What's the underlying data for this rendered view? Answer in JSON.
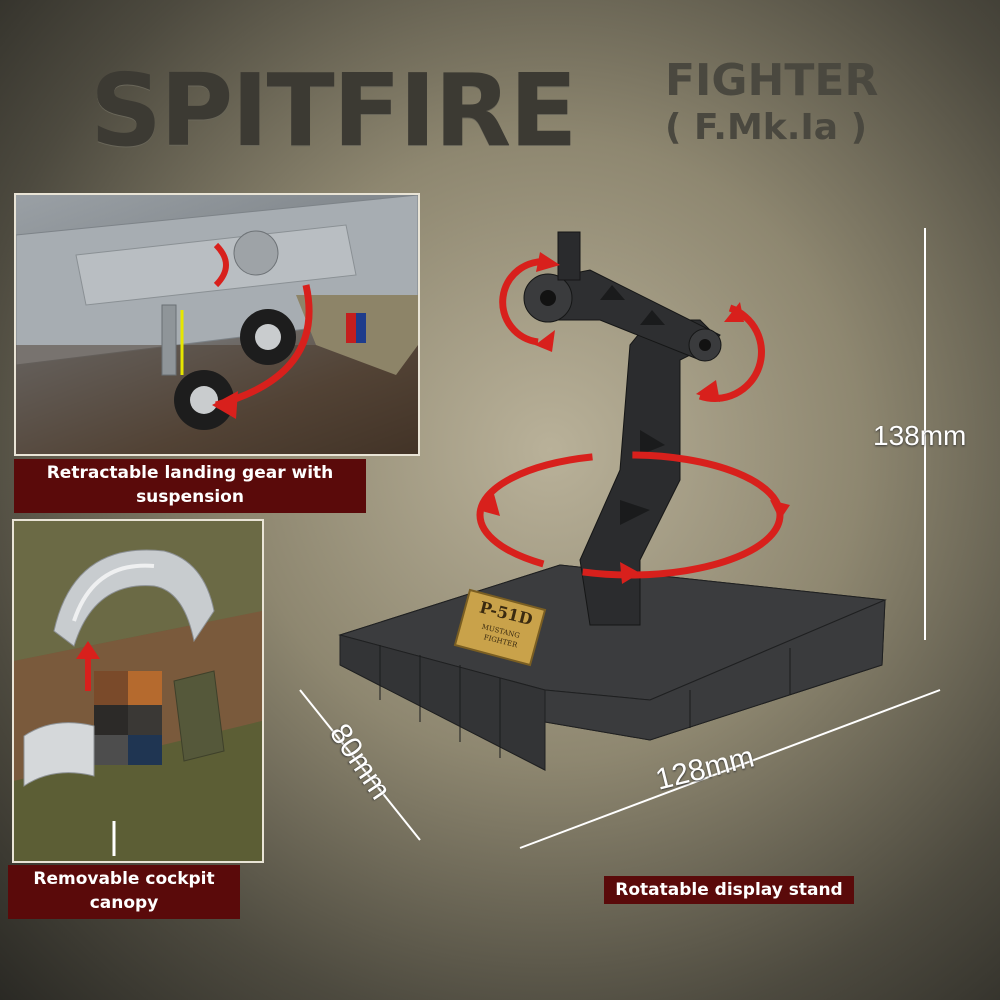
{
  "heading": {
    "main": "SPITFIRE",
    "sub": "FIGHTER",
    "variant": "( F.Mk.Ia )"
  },
  "captions": {
    "landing_gear": "Retractable landing gear with suspension",
    "canopy": "Removable cockpit canopy",
    "stand": "Rotatable display stand"
  },
  "dimensions": {
    "height": "138mm",
    "width": "128mm",
    "depth": "80mm"
  },
  "plaque": {
    "line1": "P-51D",
    "line2": "MUSTANG",
    "line3": "FIGHTER"
  },
  "colors": {
    "caption_bg": "#5a0a0a",
    "arrow_red": "#d8201c",
    "stand_dark": "#2e2f30",
    "plaque_gold": "#c9a24a"
  }
}
